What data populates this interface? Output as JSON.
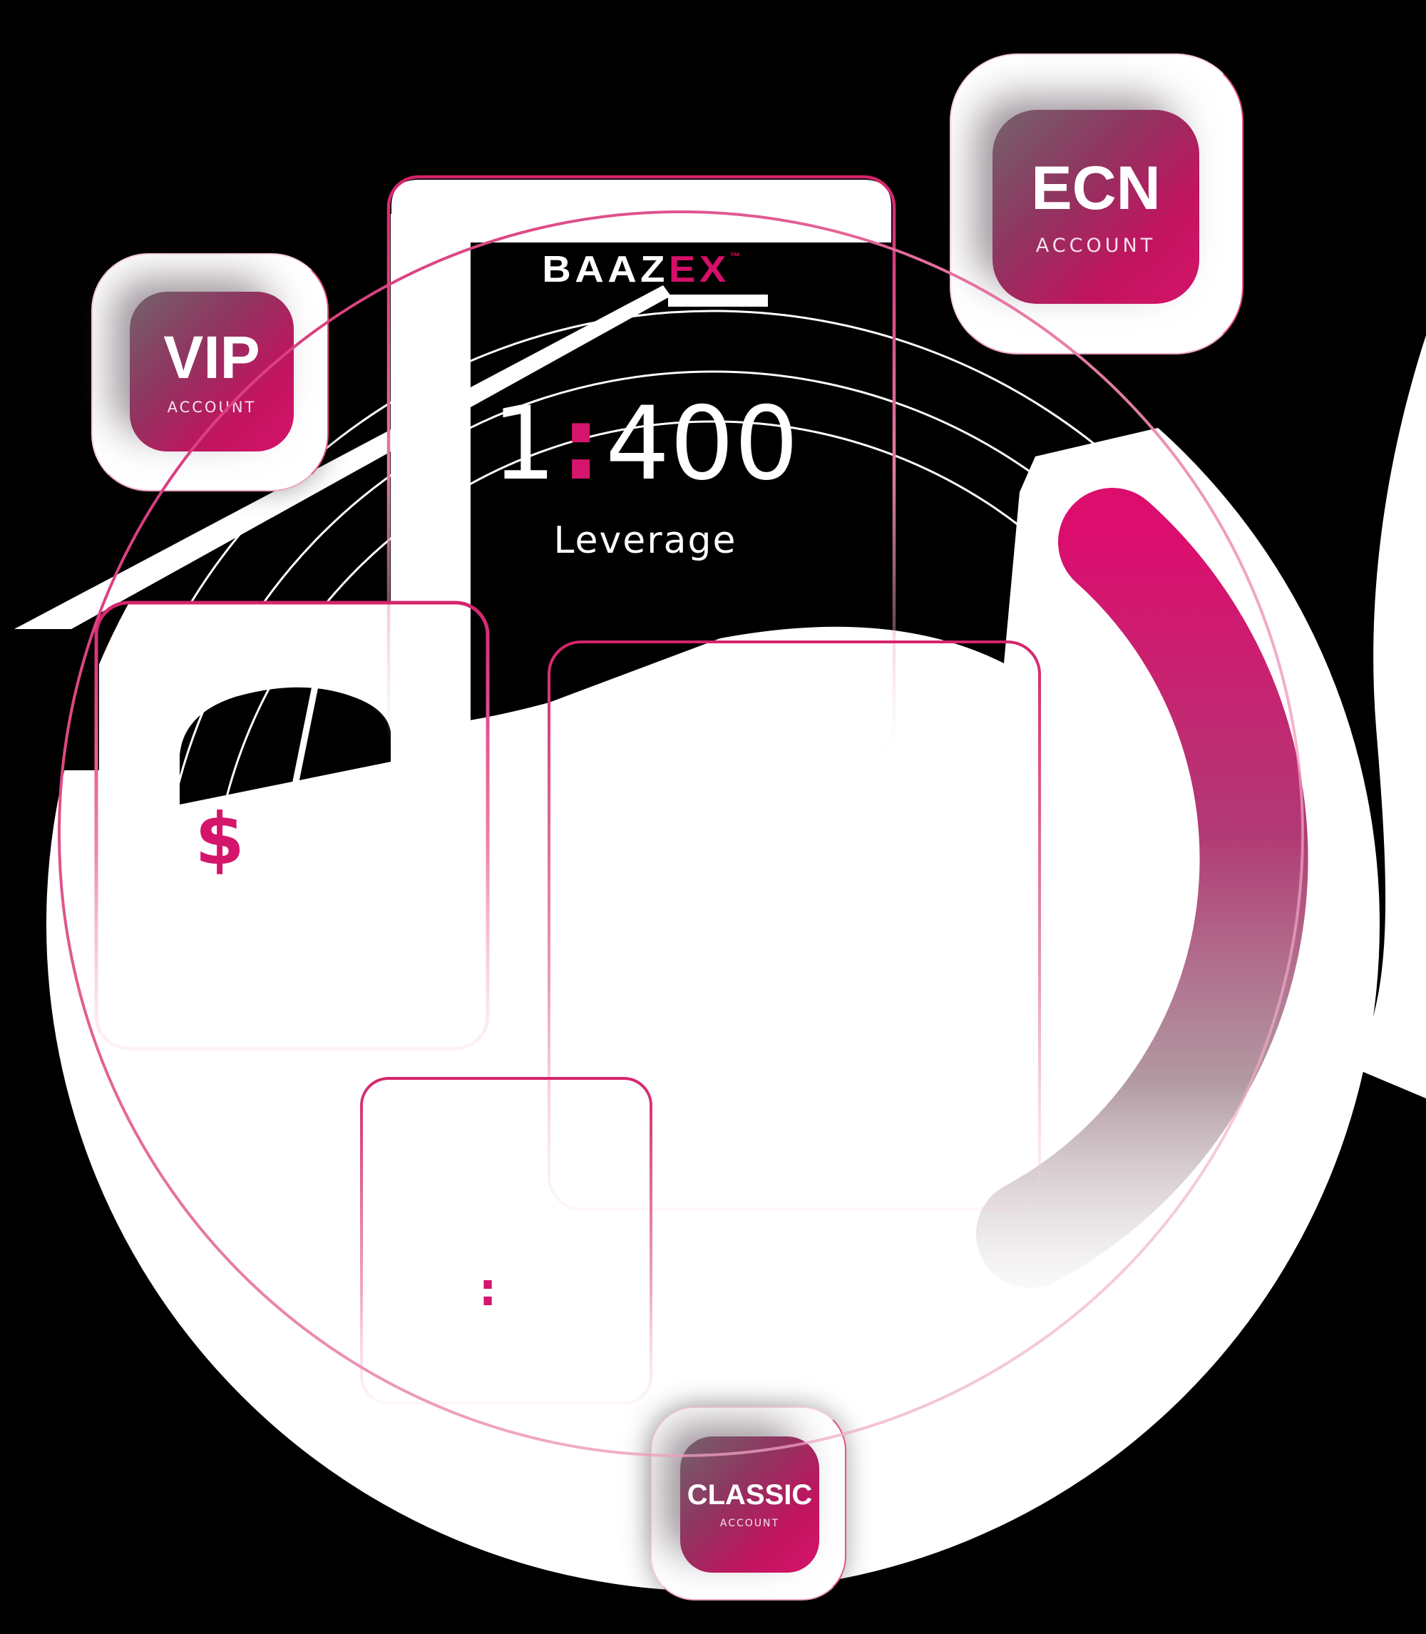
{
  "brand": {
    "logo_part1": "BAAZ",
    "logo_part2": "EX",
    "tm_mark": "™"
  },
  "leverage": {
    "numerator": "1",
    "separator": ":",
    "denominator": "400",
    "label": "Leverage"
  },
  "badges": {
    "ecn": {
      "title": "ECN",
      "subtitle": "ACCOUNT"
    },
    "vip": {
      "title": "VIP",
      "subtitle": "ACCOUNT"
    },
    "classic": {
      "title": "CLASSIC",
      "subtitle": "ACCOUNT"
    }
  },
  "cards": {
    "deposit": {
      "symbol": "$"
    },
    "time": {
      "symbol": ":"
    }
  },
  "colors": {
    "background": "#000000",
    "accent_magenta": "#d4156b",
    "logo_ex": "#d60f6a",
    "badge_gradient_start": "#73636c",
    "badge_gradient_end": "#d6136a",
    "card_border_pink": "#d4246c",
    "arc_top": "#db0e6e",
    "arc_fade": "#a98e97",
    "white": "#ffffff"
  }
}
